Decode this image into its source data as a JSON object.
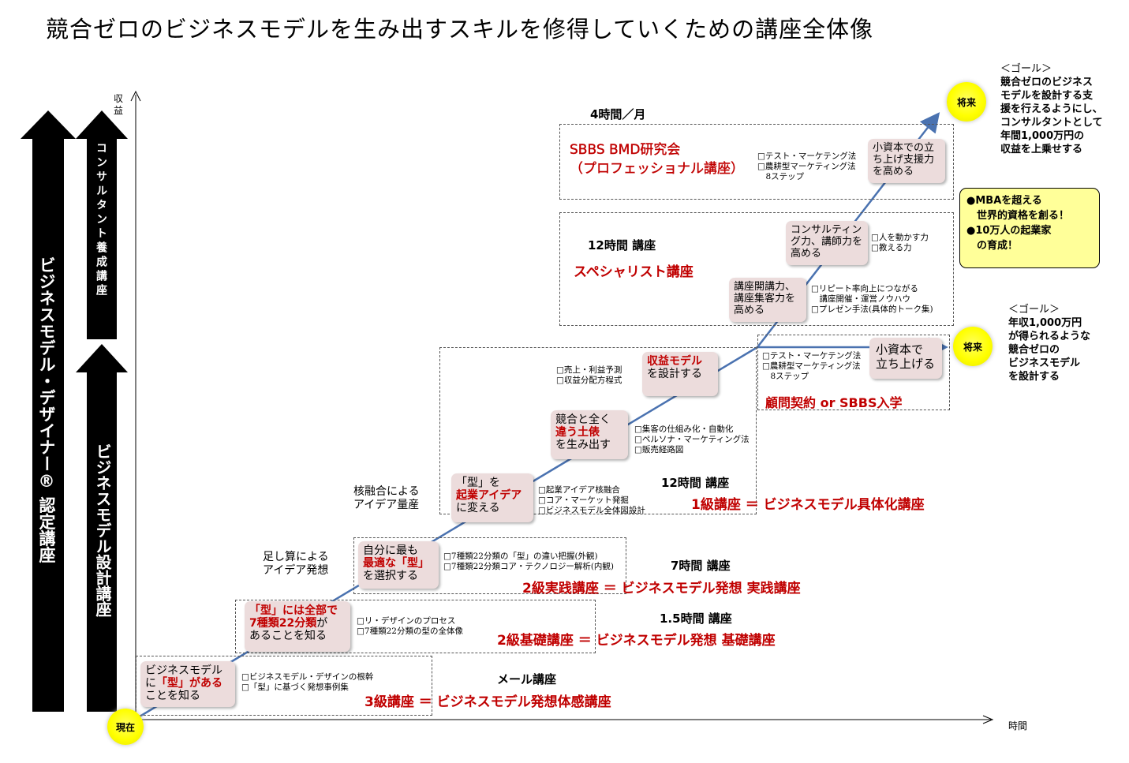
{
  "title": "競合ゼロのビジネスモデルを生み出すスキルを修得していくための講座全体像",
  "axes": {
    "y_label": "収益",
    "x_label": "時間"
  },
  "left_arrows": {
    "outer": "ビジネスモデル・デザイナー® 認定講座",
    "upper": "コンサルタント養成講座",
    "lower": "ビジネスモデル設計講座"
  },
  "markers": {
    "start": "現在",
    "future": "将来"
  },
  "levels": [
    {
      "duration": "メール講座",
      "name": "3級講座 ＝ ビジネスモデル発想体感講座",
      "step": {
        "pre": "ビジネスモデル\nに",
        "hl": "「型」がある",
        "post": "\nことを知る"
      },
      "checks": [
        "□ビジネスモデル・デザインの根幹",
        "□「型」に基づく発想事例集"
      ]
    },
    {
      "duration": "1.5時間 講座",
      "name": "2級基礎講座 ＝ ビジネスモデル発想 基礎講座",
      "step": {
        "pre": "",
        "hl": "「型」には全部で\n7種類22分類",
        "post": "が\nあることを知る"
      },
      "checks": [
        "□リ・デザインのプロセス",
        "□7種類22分類の型の全体像"
      ]
    },
    {
      "duration": "7時間 講座",
      "name": "2級実践講座 ＝ ビジネスモデル発想 実践講座",
      "label": "足し算による\nアイデア発想",
      "step": {
        "pre": "自分に最も\n",
        "hl": "最適な「型」",
        "post": "\nを選択する"
      },
      "checks": [
        "□7種類22分類の「型」の違い把握(外観)",
        "□7種類22分類コア・テクノロジー解析(内観)"
      ]
    },
    {
      "duration": "12時間 講座",
      "name": "1級講座 ＝ ビジネスモデル具体化講座",
      "label": "核融合による\nアイデア量産",
      "steps": [
        {
          "pre": "「型」を\n",
          "hl": "起業アイデア",
          "post": "\nに変える",
          "checks": [
            "□起業アイデア核融合",
            "□コア・マーケット発掘",
            "□ビジネスモデル全体図設計"
          ]
        },
        {
          "pre": "競合と全く\n",
          "hl": "違う土俵",
          "post": "\nを生み出す",
          "checks": [
            "□集客の仕組み化・自動化",
            "□ペルソナ・マーケティング法",
            "□販売経路図"
          ]
        },
        {
          "pre": "",
          "hl": "収益モデル",
          "post": "\nを設計する",
          "checks": [
            "□売上・利益予測",
            "□収益分配方程式"
          ]
        }
      ]
    },
    {
      "duration": "",
      "name": "顧問契約 or SBBS入学",
      "step": {
        "text": "小資本で\n立ち上げる"
      },
      "checks": [
        "□テスト・マーケテング法",
        "□農耕型マーケティング法",
        "　8ステップ"
      ]
    },
    {
      "duration": "12時間 講座",
      "name": "スペシャリスト講座",
      "steps": [
        {
          "text": "講座開講力、\n講座集客力を\n高める",
          "checks": [
            "□リピート率向上につながる",
            "　講座開催・運営ノウハウ",
            "□プレゼン手法(具体的トーク集)"
          ]
        },
        {
          "text": "コンサルティン\nグ力、講師力を\n高める",
          "checks": [
            "□人を動かす力",
            "□教える力"
          ]
        }
      ]
    },
    {
      "duration": "4時間／月",
      "name": "SBBS BMD研究会\n（プロフェッショナル講座）",
      "step": {
        "text": "小資本での立\nち上げ支援力\nを高める"
      },
      "checks": [
        "□テスト・マーケテング法",
        "□農耕型マーケティング法",
        "　8ステップ"
      ]
    }
  ],
  "goals": {
    "top": {
      "head": "＜ゴール＞",
      "body": "競合ゼロのビジネス\nモデルを設計する支\n援を行えるようにし、\nコンサルタントとして\n年間1,000万円の\n収益を上乗せする"
    },
    "middle": {
      "head": "＜ゴール＞",
      "body": "年収1,000万円\nが得られるような\n競合ゼロの\nビジネスモデル\nを設計する"
    }
  },
  "vision_box": [
    "●MBAを超える",
    "　世界的資格を創る！",
    "●10万人の起業家",
    "　の育成！"
  ],
  "colors": {
    "accent_red": "#c00000",
    "step_fill": "#ecdcdc",
    "line_blue": "#4a72b0",
    "yellow": "#ffff00",
    "note_fill": "#ffff99"
  }
}
